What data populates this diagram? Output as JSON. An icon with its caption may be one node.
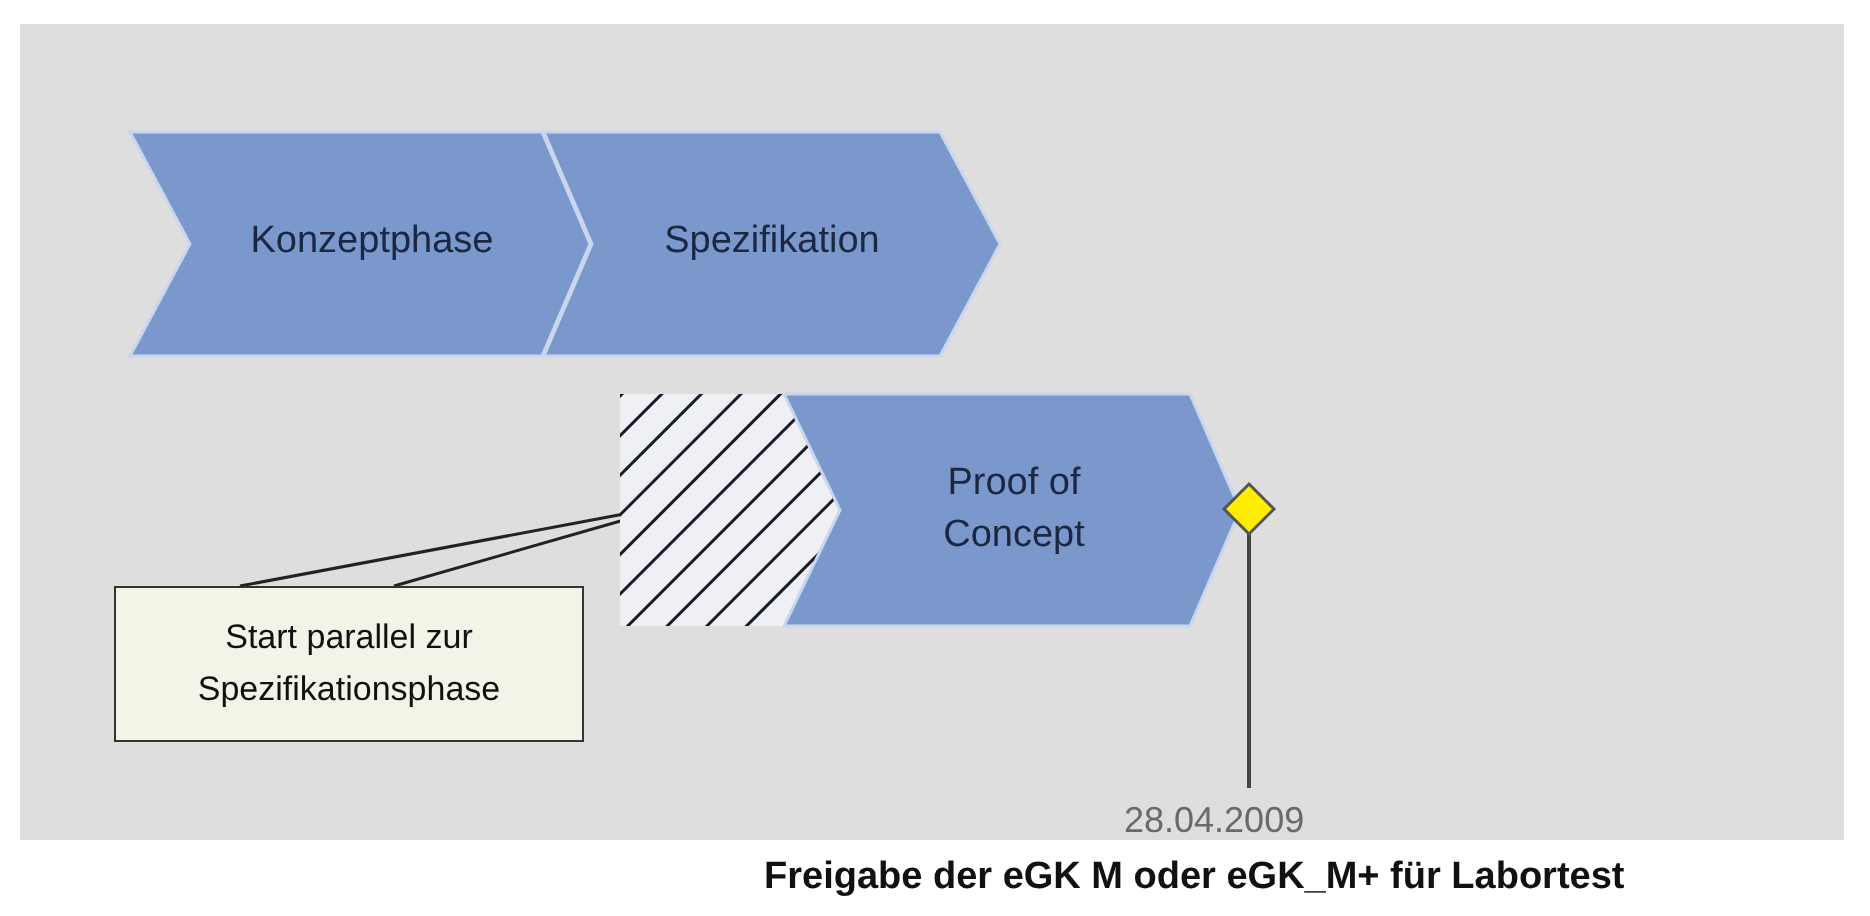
{
  "diagram": {
    "nodes": [
      {
        "text": [
          "Konzeptphase"
        ]
      },
      {
        "text": [
          "Spezifikation"
        ]
      },
      {
        "text": [],
        "shape": "box"
      },
      {
        "text": [
          "Proof of Concept"
        ]
      },
      {
        "text": [],
        "shape": "diamond",
        "beside": [
          "28.04.2009",
          "Freigabe der eGK M oder eGK_M+ für Labortest"
        ]
      },
      {
        "text": [
          "Start parallel zur Spezifikationsphase"
        ]
      }
    ],
    "edges": [
      {
        "from": 5,
        "to": 2,
        "arrow": "none"
      },
      {
        "from": 5,
        "to": 2,
        "arrow": "none"
      }
    ]
  }
}
